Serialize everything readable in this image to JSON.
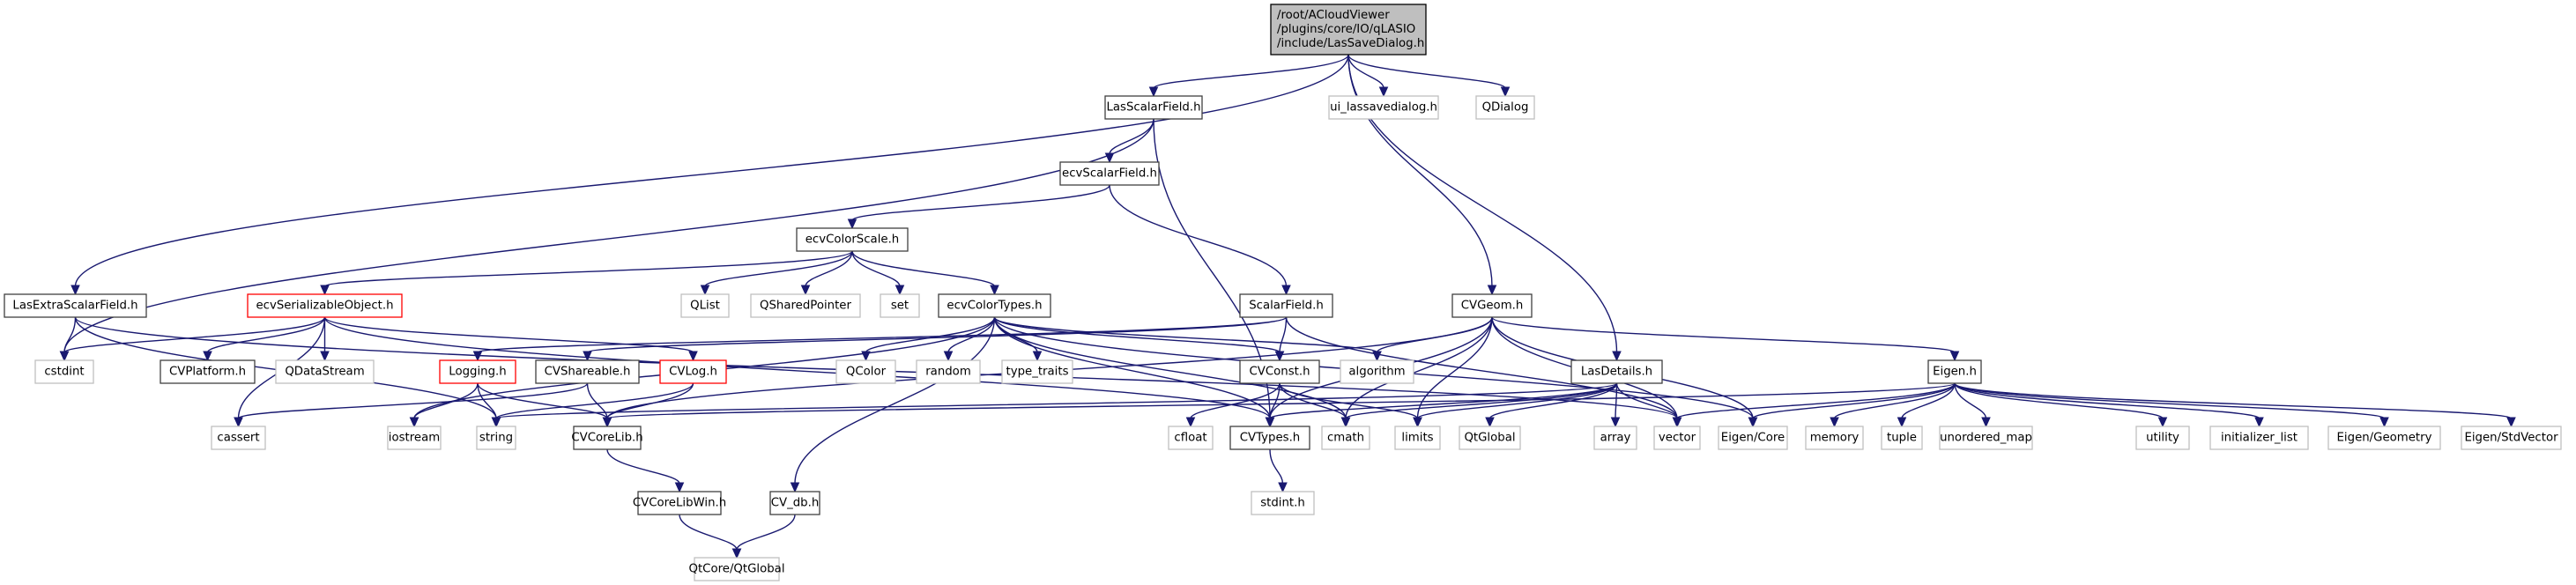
{
  "graph": {
    "title": "Include dependency graph for LasSaveDialog.h",
    "root": "/root/ACloudViewer/plugins/core/IO/qLASIO/include/LasSaveDialog.h",
    "nodes": [
      {
        "id": "root",
        "label": [
          "/root/ACloudViewer",
          "/plugins/core/IO/qLASIO",
          "/include/LasSaveDialog.h"
        ],
        "kind": "root"
      },
      {
        "id": "LasScalarField",
        "label": [
          "LasScalarField.h"
        ],
        "kind": "internal"
      },
      {
        "id": "ui_lassavedialog",
        "label": [
          "ui_lassavedialog.h"
        ],
        "kind": "external"
      },
      {
        "id": "QDialog",
        "label": [
          "QDialog"
        ],
        "kind": "external"
      },
      {
        "id": "ecvScalarField",
        "label": [
          "ecvScalarField.h"
        ],
        "kind": "internal"
      },
      {
        "id": "ecvColorScale",
        "label": [
          "ecvColorScale.h"
        ],
        "kind": "internal"
      },
      {
        "id": "LasExtraScalarField",
        "label": [
          "LasExtraScalarField.h"
        ],
        "kind": "internal"
      },
      {
        "id": "ecvSerializableObject",
        "label": [
          "ecvSerializableObject.h"
        ],
        "kind": "truncated"
      },
      {
        "id": "QList",
        "label": [
          "QList"
        ],
        "kind": "external"
      },
      {
        "id": "QSharedPointer",
        "label": [
          "QSharedPointer"
        ],
        "kind": "external"
      },
      {
        "id": "set",
        "label": [
          "set"
        ],
        "kind": "external"
      },
      {
        "id": "ecvColorTypes",
        "label": [
          "ecvColorTypes.h"
        ],
        "kind": "internal"
      },
      {
        "id": "ScalarField",
        "label": [
          "ScalarField.h"
        ],
        "kind": "internal"
      },
      {
        "id": "CVGeom",
        "label": [
          "CVGeom.h"
        ],
        "kind": "internal"
      },
      {
        "id": "cstdint",
        "label": [
          "cstdint"
        ],
        "kind": "external"
      },
      {
        "id": "CVPlatform",
        "label": [
          "CVPlatform.h"
        ],
        "kind": "internal"
      },
      {
        "id": "QDataStream",
        "label": [
          "QDataStream"
        ],
        "kind": "external"
      },
      {
        "id": "Logging",
        "label": [
          "Logging.h"
        ],
        "kind": "truncated"
      },
      {
        "id": "CVShareable",
        "label": [
          "CVShareable.h"
        ],
        "kind": "internal"
      },
      {
        "id": "CVLog",
        "label": [
          "CVLog.h"
        ],
        "kind": "truncated"
      },
      {
        "id": "QColor",
        "label": [
          "QColor"
        ],
        "kind": "external"
      },
      {
        "id": "random",
        "label": [
          "random"
        ],
        "kind": "external"
      },
      {
        "id": "type_traits",
        "label": [
          "type_traits"
        ],
        "kind": "external"
      },
      {
        "id": "CVConst",
        "label": [
          "CVConst.h"
        ],
        "kind": "internal"
      },
      {
        "id": "algorithm",
        "label": [
          "algorithm"
        ],
        "kind": "external"
      },
      {
        "id": "LasDetails",
        "label": [
          "LasDetails.h"
        ],
        "kind": "internal"
      },
      {
        "id": "Eigen",
        "label": [
          "Eigen.h"
        ],
        "kind": "internal"
      },
      {
        "id": "cassert",
        "label": [
          "cassert"
        ],
        "kind": "external"
      },
      {
        "id": "iostream",
        "label": [
          "iostream"
        ],
        "kind": "external"
      },
      {
        "id": "string",
        "label": [
          "string"
        ],
        "kind": "external"
      },
      {
        "id": "CVCoreLib",
        "label": [
          "CVCoreLib.h"
        ],
        "kind": "internal"
      },
      {
        "id": "cfloat",
        "label": [
          "cfloat"
        ],
        "kind": "external"
      },
      {
        "id": "CVTypes",
        "label": [
          "CVTypes.h"
        ],
        "kind": "internal"
      },
      {
        "id": "cmath",
        "label": [
          "cmath"
        ],
        "kind": "external"
      },
      {
        "id": "limits",
        "label": [
          "limits"
        ],
        "kind": "external"
      },
      {
        "id": "QtGlobal",
        "label": [
          "QtGlobal"
        ],
        "kind": "external"
      },
      {
        "id": "array",
        "label": [
          "array"
        ],
        "kind": "external"
      },
      {
        "id": "vector",
        "label": [
          "vector"
        ],
        "kind": "external"
      },
      {
        "id": "EigenCore",
        "label": [
          "Eigen/Core"
        ],
        "kind": "external"
      },
      {
        "id": "memory",
        "label": [
          "memory"
        ],
        "kind": "external"
      },
      {
        "id": "tuple",
        "label": [
          "tuple"
        ],
        "kind": "external"
      },
      {
        "id": "unordered_map",
        "label": [
          "unordered_map"
        ],
        "kind": "external"
      },
      {
        "id": "utility",
        "label": [
          "utility"
        ],
        "kind": "external"
      },
      {
        "id": "initializer_list",
        "label": [
          "initializer_list"
        ],
        "kind": "external"
      },
      {
        "id": "EigenGeometry",
        "label": [
          "Eigen/Geometry"
        ],
        "kind": "external"
      },
      {
        "id": "EigenStdVector",
        "label": [
          "Eigen/StdVector"
        ],
        "kind": "external"
      },
      {
        "id": "CVCoreLibWin",
        "label": [
          "CVCoreLibWin.h"
        ],
        "kind": "internal"
      },
      {
        "id": "CV_db",
        "label": [
          "CV_db.h"
        ],
        "kind": "internal"
      },
      {
        "id": "stdint_h",
        "label": [
          "stdint.h"
        ],
        "kind": "external"
      },
      {
        "id": "QtCoreQtGlobal",
        "label": [
          "QtCore/QtGlobal"
        ],
        "kind": "external"
      }
    ],
    "edges": [
      [
        "root",
        "LasScalarField"
      ],
      [
        "root",
        "ui_lassavedialog"
      ],
      [
        "root",
        "QDialog"
      ],
      [
        "root",
        "LasExtraScalarField"
      ],
      [
        "root",
        "CVGeom"
      ],
      [
        "root",
        "LasDetails"
      ],
      [
        "LasScalarField",
        "ecvScalarField"
      ],
      [
        "LasScalarField",
        "cstdint"
      ],
      [
        "LasScalarField",
        "CVTypes"
      ],
      [
        "ecvScalarField",
        "ecvColorScale"
      ],
      [
        "ecvScalarField",
        "ScalarField"
      ],
      [
        "ecvColorScale",
        "ecvSerializableObject"
      ],
      [
        "ecvColorScale",
        "QList"
      ],
      [
        "ecvColorScale",
        "QSharedPointer"
      ],
      [
        "ecvColorScale",
        "set"
      ],
      [
        "ecvColorScale",
        "ecvColorTypes"
      ],
      [
        "LasExtraScalarField",
        "cstdint"
      ],
      [
        "LasExtraScalarField",
        "string"
      ],
      [
        "LasExtraScalarField",
        "vector"
      ],
      [
        "ecvSerializableObject",
        "cstdint"
      ],
      [
        "ecvSerializableObject",
        "CVPlatform"
      ],
      [
        "ecvSerializableObject",
        "QDataStream"
      ],
      [
        "ecvSerializableObject",
        "cassert"
      ],
      [
        "ecvSerializableObject",
        "CVLog"
      ],
      [
        "ecvSerializableObject",
        "CVTypes"
      ],
      [
        "ecvColorTypes",
        "QColor"
      ],
      [
        "ecvColorTypes",
        "random"
      ],
      [
        "ecvColorTypes",
        "type_traits"
      ],
      [
        "ecvColorTypes",
        "CVConst"
      ],
      [
        "ecvColorTypes",
        "algorithm"
      ],
      [
        "ecvColorTypes",
        "CVTypes"
      ],
      [
        "ecvColorTypes",
        "iostream"
      ],
      [
        "ecvColorTypes",
        "cmath"
      ],
      [
        "ecvColorTypes",
        "EigenCore"
      ],
      [
        "ecvColorTypes",
        "CV_db"
      ],
      [
        "ScalarField",
        "CVConst"
      ],
      [
        "ScalarField",
        "Logging"
      ],
      [
        "ScalarField",
        "CVShareable"
      ],
      [
        "ScalarField",
        "vector"
      ],
      [
        "CVGeom",
        "algorithm"
      ],
      [
        "CVGeom",
        "CVTypes"
      ],
      [
        "CVGeom",
        "cmath"
      ],
      [
        "CVGeom",
        "limits"
      ],
      [
        "CVGeom",
        "CVCoreLib"
      ],
      [
        "CVGeom",
        "Eigen"
      ],
      [
        "CVGeom",
        "vector"
      ],
      [
        "CVGeom",
        "EigenCore"
      ],
      [
        "Logging",
        "iostream"
      ],
      [
        "Logging",
        "string"
      ],
      [
        "Logging",
        "CVCoreLib"
      ],
      [
        "CVShareable",
        "CVCoreLib"
      ],
      [
        "CVShareable",
        "cassert"
      ],
      [
        "CVLog",
        "CVCoreLib"
      ],
      [
        "CVLog",
        "string"
      ],
      [
        "CVConst",
        "cfloat"
      ],
      [
        "CVConst",
        "CVTypes"
      ],
      [
        "CVConst",
        "cmath"
      ],
      [
        "CVConst",
        "limits"
      ],
      [
        "LasDetails",
        "CVTypes"
      ],
      [
        "LasDetails",
        "cmath"
      ],
      [
        "LasDetails",
        "limits"
      ],
      [
        "LasDetails",
        "QtGlobal"
      ],
      [
        "LasDetails",
        "array"
      ],
      [
        "LasDetails",
        "vector"
      ],
      [
        "LasDetails",
        "string"
      ],
      [
        "Eigen",
        "vector"
      ],
      [
        "Eigen",
        "EigenCore"
      ],
      [
        "Eigen",
        "memory"
      ],
      [
        "Eigen",
        "tuple"
      ],
      [
        "Eigen",
        "unordered_map"
      ],
      [
        "Eigen",
        "utility"
      ],
      [
        "Eigen",
        "initializer_list"
      ],
      [
        "Eigen",
        "EigenGeometry"
      ],
      [
        "Eigen",
        "EigenStdVector"
      ],
      [
        "Eigen",
        "CVCoreLib"
      ],
      [
        "CVCoreLib",
        "CVCoreLibWin"
      ],
      [
        "CVCoreLibWin",
        "QtCoreQtGlobal"
      ],
      [
        "CV_db",
        "QtCoreQtGlobal"
      ],
      [
        "CVTypes",
        "stdint_h"
      ]
    ]
  }
}
